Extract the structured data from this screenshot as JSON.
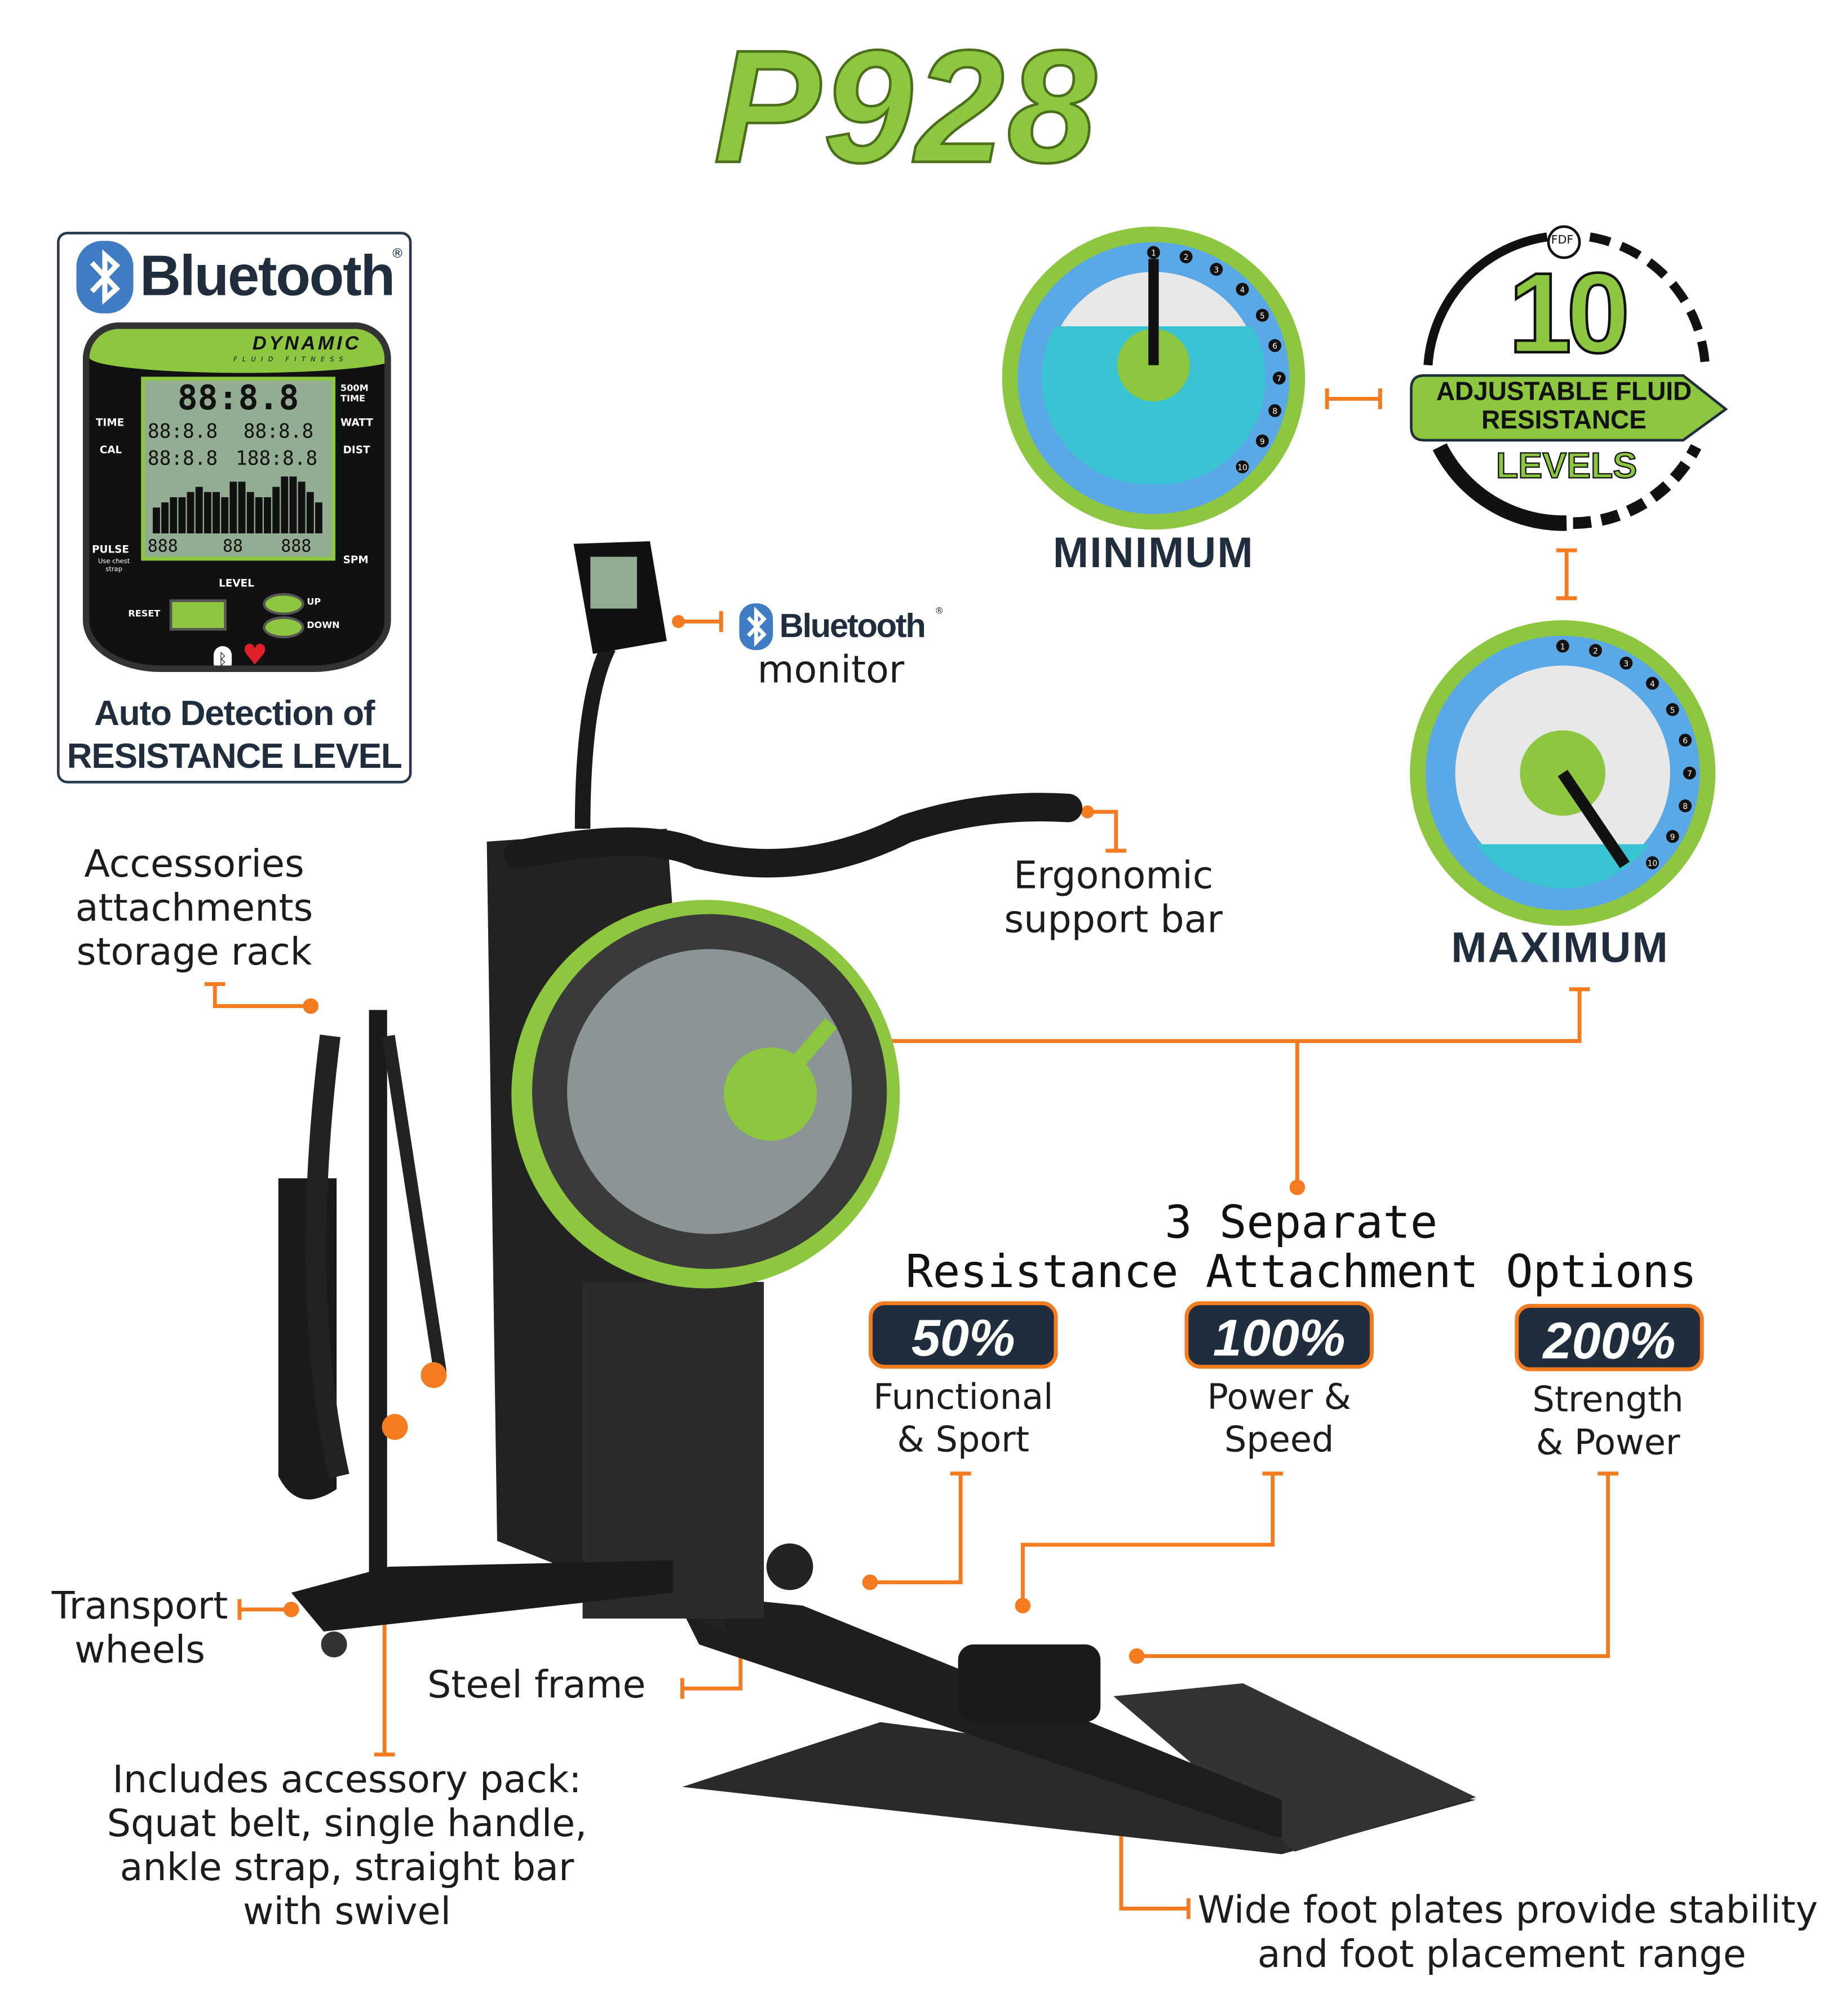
{
  "title": "P928",
  "bluetooth_card": {
    "brand": "Bluetooth",
    "registered": "®",
    "monitor": {
      "brand": "DYNAMIC",
      "brand_sub": "FLUID FITNESS",
      "main_digits": "88:8.8",
      "left_labels": [
        "TIME",
        "CAL",
        "PULSE"
      ],
      "pulse_note": "Use chest strap",
      "right_labels": [
        "500M TIME",
        "WATT",
        "DIST",
        "SPM"
      ],
      "row_digits": [
        "88:8.8",
        "88:8.8",
        "88:8.8",
        "188:8.8"
      ],
      "bottom_digits": [
        "888",
        "88",
        "888"
      ],
      "level_label": "LEVEL",
      "reset_label": "RESET",
      "up_label": "UP",
      "down_label": "DOWN",
      "bar_levels": [
        5,
        6,
        7,
        7,
        8,
        9,
        8,
        8,
        7,
        10,
        10,
        8,
        7,
        7,
        9,
        11,
        11,
        10,
        8,
        6
      ]
    },
    "caption_line1": "Auto Detection of",
    "caption_line2": "RESISTANCE LEVEL"
  },
  "monitor_callout": {
    "brand": "Bluetooth",
    "registered": "®",
    "text": "monitor"
  },
  "dials": {
    "minimum": {
      "label": "MINIMUM",
      "level": 1,
      "ticks": [
        "1",
        "2",
        "3",
        "4",
        "5",
        "6",
        "7",
        "8",
        "9",
        "10"
      ]
    },
    "maximum": {
      "label": "MAXIMUM",
      "level": 10,
      "ticks": [
        "1",
        "2",
        "3",
        "4",
        "5",
        "6",
        "7",
        "8",
        "9",
        "10"
      ]
    }
  },
  "levels_badge": {
    "logo": "FDF",
    "number": "10",
    "line1": "ADJUSTABLE FLUID",
    "line2": "RESISTANCE",
    "line3": "LEVELS"
  },
  "callouts": {
    "ergonomic": [
      "Ergonomic",
      "support bar"
    ],
    "accessories": [
      "Accessories",
      "attachments",
      "storage rack"
    ],
    "transport": [
      "Transport",
      "wheels"
    ],
    "steel_frame": "Steel frame",
    "accessory_pack": [
      "Includes accessory pack:",
      "Squat belt, single handle,",
      "ankle strap, straight bar",
      "with swivel"
    ],
    "foot_plates": [
      "Wide foot plates provide stability",
      "and foot placement range"
    ]
  },
  "resistance_options": {
    "heading_line1": "3 Separate",
    "heading_line2": "Resistance Attachment Options",
    "options": [
      {
        "percent": "50%",
        "line1": "Functional",
        "line2": "& Sport"
      },
      {
        "percent": "100%",
        "line1": "Power &",
        "line2": "Speed"
      },
      {
        "percent": "200%",
        "line1": "Strength",
        "line2": "& Power"
      }
    ]
  },
  "colors": {
    "green": "#8dc63f",
    "navy": "#1f2d3d",
    "orange": "#f47b20",
    "water": "#3cc6d8"
  }
}
